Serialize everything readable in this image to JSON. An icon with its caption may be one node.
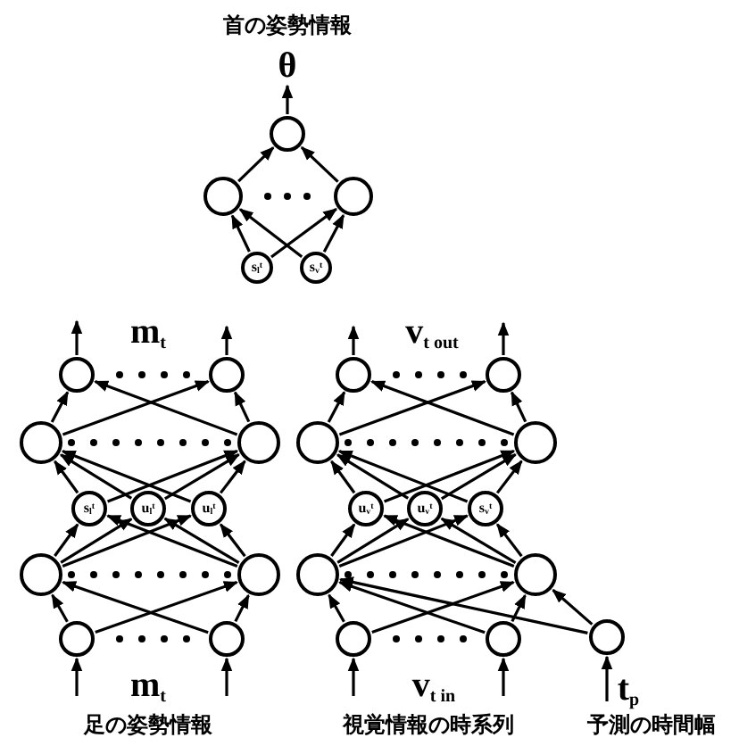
{
  "diagram": {
    "nodes": [
      {
        "text": [],
        "shape": "circle"
      },
      {
        "text": [],
        "shape": "circle"
      },
      {
        "text": [],
        "shape": "circle"
      },
      {
        "text": [
          "s$_{l}$$^{t}$"
        ]
      },
      {
        "text": [
          "s$_{v}$$^{t}$"
        ]
      },
      {
        "text": [],
        "shape": "circle"
      },
      {
        "text": [],
        "shape": "circle"
      },
      {
        "text": [],
        "shape": "circle"
      },
      {
        "text": [],
        "shape": "circle"
      },
      {
        "text": [
          "s$_{l}$$^{t}$"
        ]
      },
      {
        "text": [
          "u$_{l}$$^{t}$"
        ]
      },
      {
        "text": [
          "u$_{l}$$^{t}$"
        ]
      },
      {
        "text": [],
        "shape": "circle"
      },
      {
        "text": [],
        "shape": "circle"
      },
      {
        "text": [],
        "shape": "circle"
      },
      {
        "text": [],
        "shape": "circle"
      },
      {
        "text": [],
        "shape": "circle"
      },
      {
        "text": [],
        "shape": "circle"
      },
      {
        "text": [],
        "shape": "circle"
      },
      {
        "text": [],
        "shape": "circle"
      },
      {
        "text": [
          "u$_{v}$$^{t}$"
        ]
      },
      {
        "text": [
          "u$_{v}$$^{t}$"
        ]
      },
      {
        "text": [
          "s$_{v}$$^{t}$"
        ]
      },
      {
        "text": [],
        "shape": "circle"
      },
      {
        "text": [],
        "shape": "circle"
      },
      {
        "text": [],
        "shape": "circle"
      },
      {
        "text": [],
        "shape": "circle"
      },
      {
        "text": [],
        "shape": "circle"
      },
      {
        "text": [
          "θ"
        ]
      },
      {
        "text": [
          "t$_{p}$"
        ]
      }
    ],
    "edges": [
      {
        "from": 1,
        "to": 0,
        "arrow": "to"
      },
      {
        "from": 2,
        "to": 0,
        "arrow": "to"
      },
      {
        "from": 3,
        "to": 1,
        "arrow": "to"
      },
      {
        "from": 3,
        "to": 2,
        "arrow": "to"
      },
      {
        "from": 4,
        "to": 1,
        "arrow": "to"
      },
      {
        "from": 4,
        "to": 2,
        "arrow": "to"
      },
      {
        "from": 0,
        "to": 28,
        "arrow": "to"
      },
      {
        "from": null,
        "to": 14,
        "arrow": "to"
      },
      {
        "from": null,
        "to": 15,
        "arrow": "to"
      },
      {
        "from": 14,
        "to": 12,
        "arrow": "to"
      },
      {
        "from": 14,
        "to": 13,
        "arrow": "to"
      },
      {
        "from": 15,
        "to": 12,
        "arrow": "to"
      },
      {
        "from": 15,
        "to": 13,
        "arrow": "to"
      },
      {
        "from": 12,
        "to": 9,
        "arrow": "to"
      },
      {
        "from": 12,
        "to": 10,
        "arrow": "to"
      },
      {
        "from": 12,
        "to": 11,
        "arrow": "to"
      },
      {
        "from": 13,
        "to": 9,
        "arrow": "to"
      },
      {
        "from": 13,
        "to": 10,
        "arrow": "to"
      },
      {
        "from": 13,
        "to": 11,
        "arrow": "to"
      },
      {
        "from": 9,
        "to": 7,
        "arrow": "to"
      },
      {
        "from": 9,
        "to": 8,
        "arrow": "to"
      },
      {
        "from": 10,
        "to": 7,
        "arrow": "to"
      },
      {
        "from": 10,
        "to": 8,
        "arrow": "to"
      },
      {
        "from": 11,
        "to": 7,
        "arrow": "to"
      },
      {
        "from": 11,
        "to": 8,
        "arrow": "to"
      },
      {
        "from": 7,
        "to": 5,
        "arrow": "to"
      },
      {
        "from": 7,
        "to": 6,
        "arrow": "to"
      },
      {
        "from": 8,
        "to": 5,
        "arrow": "to"
      },
      {
        "from": 8,
        "to": 6,
        "arrow": "to"
      },
      {
        "from": 5,
        "to": null,
        "arrow": "to"
      },
      {
        "from": 6,
        "to": null,
        "arrow": "to"
      },
      {
        "from": null,
        "to": 25,
        "arrow": "to"
      },
      {
        "from": null,
        "to": 26,
        "arrow": "to"
      },
      {
        "from": 25,
        "to": 23,
        "arrow": "to"
      },
      {
        "from": 25,
        "to": 24,
        "arrow": "to"
      },
      {
        "from": 26,
        "to": 23,
        "arrow": "to"
      },
      {
        "from": 26,
        "to": 24,
        "arrow": "to"
      },
      {
        "from": 23,
        "to": 20,
        "arrow": "to"
      },
      {
        "from": 23,
        "to": 21,
        "arrow": "to"
      },
      {
        "from": 23,
        "to": 22,
        "arrow": "to"
      },
      {
        "from": 24,
        "to": 20,
        "arrow": "to"
      },
      {
        "from": 24,
        "to": 21,
        "arrow": "to"
      },
      {
        "from": 24,
        "to": 22,
        "arrow": "to"
      },
      {
        "from": 20,
        "to": 18,
        "arrow": "to"
      },
      {
        "from": 20,
        "to": 19,
        "arrow": "to"
      },
      {
        "from": 21,
        "to": 18,
        "arrow": "to"
      },
      {
        "from": 21,
        "to": 19,
        "arrow": "to"
      },
      {
        "from": 22,
        "to": 18,
        "arrow": "to"
      },
      {
        "from": 22,
        "to": 19,
        "arrow": "to"
      },
      {
        "from": 18,
        "to": 16,
        "arrow": "to"
      },
      {
        "from": 18,
        "to": 17,
        "arrow": "to"
      },
      {
        "from": 19,
        "to": 16,
        "arrow": "to"
      },
      {
        "from": 19,
        "to": 17,
        "arrow": "to"
      },
      {
        "from": 16,
        "to": null,
        "arrow": "to"
      },
      {
        "from": 17,
        "to": null,
        "arrow": "to"
      },
      {
        "from": 29,
        "to": 27,
        "arrow": "to"
      },
      {
        "from": 27,
        "to": 23,
        "arrow": "to"
      },
      {
        "from": 27,
        "to": 24,
        "arrow": "to"
      }
    ],
    "labels": [
      "首の姿勢情報",
      "m$_{t}$",
      "v$_{t out}$",
      "m$_{t}$",
      "足の姿勢情報",
      "v$_{t in}$",
      "視覚情報の時系列",
      "予測の時間幅"
    ]
  }
}
